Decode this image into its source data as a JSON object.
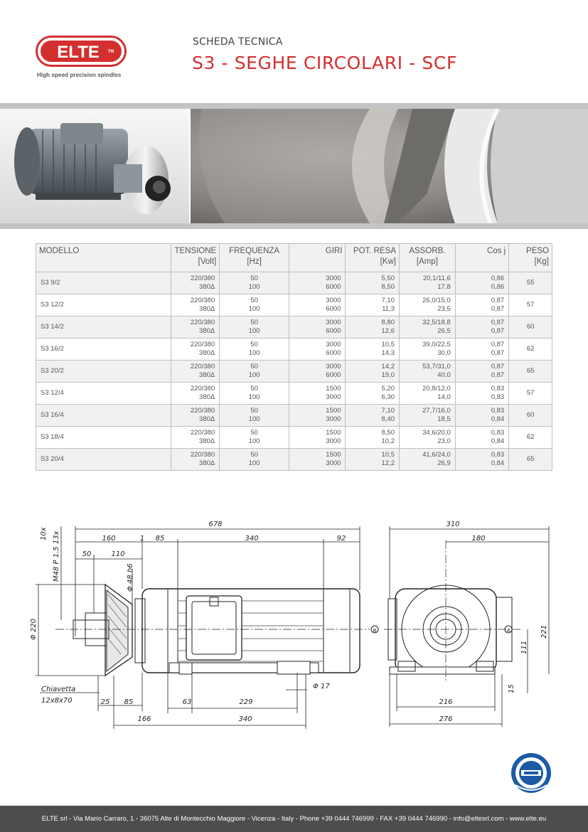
{
  "header": {
    "logo_text": "ELTE",
    "logo_mark": "TM",
    "tagline": "High speed precision spindles",
    "doc_kind": "SCHEDA TECNICA",
    "title": "S3 - SEGHE CIRCOLARI - SCF"
  },
  "table": {
    "headers": [
      {
        "l1": "MODELLO",
        "l2": ""
      },
      {
        "l1": "TENSIONE",
        "l2": "[Volt]"
      },
      {
        "l1": "FREQUENZA",
        "l2": "[Hz]"
      },
      {
        "l1": "GIRI",
        "l2": ""
      },
      {
        "l1": "POT. RESA",
        "l2": "[Kw]"
      },
      {
        "l1": "ASSORB.",
        "l2": "[Amp]"
      },
      {
        "l1": "Cos j",
        "l2": ""
      },
      {
        "l1": "PESO",
        "l2": "[Kg]"
      }
    ],
    "rows": [
      {
        "model": "S3 9/2",
        "tension": [
          "220/380",
          "380Δ"
        ],
        "freq": [
          "50",
          "100"
        ],
        "giri": [
          "3000",
          "6000"
        ],
        "pot": [
          "5,50",
          "8,50"
        ],
        "amp": [
          "20,1/11,6",
          "17,8"
        ],
        "cos": [
          "0,86",
          "0,86"
        ],
        "peso": "55"
      },
      {
        "model": "S3 12/2",
        "tension": [
          "220/380",
          "380Δ"
        ],
        "freq": [
          "50",
          "100"
        ],
        "giri": [
          "3000",
          "6000"
        ],
        "pot": [
          "7,10",
          "11,3"
        ],
        "amp": [
          "26,0/15,0",
          "23,5"
        ],
        "cos": [
          "0,87",
          "0,87"
        ],
        "peso": "57"
      },
      {
        "model": "S3 14/2",
        "tension": [
          "220/380",
          "380Δ"
        ],
        "freq": [
          "50",
          "100"
        ],
        "giri": [
          "3000",
          "6000"
        ],
        "pot": [
          "8,80",
          "12,6"
        ],
        "amp": [
          "32,5/18,8",
          "26,5"
        ],
        "cos": [
          "0,87",
          "0,87"
        ],
        "peso": "60"
      },
      {
        "model": "S3 16/2",
        "tension": [
          "220/380",
          "380Δ"
        ],
        "freq": [
          "50",
          "100"
        ],
        "giri": [
          "3000",
          "6000"
        ],
        "pot": [
          "10,5",
          "14,3"
        ],
        "amp": [
          "39,0/22,5",
          "30,0"
        ],
        "cos": [
          "0,87",
          "0,87"
        ],
        "peso": "62"
      },
      {
        "model": "S3 20/2",
        "tension": [
          "220/380",
          "380Δ"
        ],
        "freq": [
          "50",
          "100"
        ],
        "giri": [
          "3000",
          "6000"
        ],
        "pot": [
          "14,2",
          "19,0"
        ],
        "amp": [
          "53,7/31,0",
          "40,0"
        ],
        "cos": [
          "0,87",
          "0,87"
        ],
        "peso": "65"
      },
      {
        "model": "S3 12/4",
        "tension": [
          "220/380",
          "380Δ"
        ],
        "freq": [
          "50",
          "100"
        ],
        "giri": [
          "1500",
          "3000"
        ],
        "pot": [
          "5,20",
          "6,30"
        ],
        "amp": [
          "20,8/12,0",
          "14,0"
        ],
        "cos": [
          "0,83",
          "0,83"
        ],
        "peso": "57"
      },
      {
        "model": "S3 16/4",
        "tension": [
          "220/380",
          "380Δ"
        ],
        "freq": [
          "50",
          "100"
        ],
        "giri": [
          "1500",
          "3000"
        ],
        "pot": [
          "7,10",
          "8,40"
        ],
        "amp": [
          "27,7/16,0",
          "18,5"
        ],
        "cos": [
          "0,83",
          "0,84"
        ],
        "peso": "60"
      },
      {
        "model": "S3 18/4",
        "tension": [
          "220/380",
          "380Δ"
        ],
        "freq": [
          "50",
          "100"
        ],
        "giri": [
          "1500",
          "3000"
        ],
        "pot": [
          "8,50",
          "10,2"
        ],
        "amp": [
          "34,6/20,0",
          "23,0"
        ],
        "cos": [
          "0,83",
          "0,84"
        ],
        "peso": "62"
      },
      {
        "model": "S3 20/4",
        "tension": [
          "220/380",
          "380Δ"
        ],
        "freq": [
          "50",
          "100"
        ],
        "giri": [
          "1500",
          "3000"
        ],
        "pot": [
          "10,5",
          "12,2"
        ],
        "amp": [
          "41,6/24,0",
          "26,9"
        ],
        "cos": [
          "0,83",
          "0,84"
        ],
        "peso": "65"
      }
    ]
  },
  "drawing": {
    "dims": {
      "d678": "678",
      "d160": "160",
      "d1": "1",
      "d85": "85",
      "d340": "340",
      "d92": "92",
      "d50": "50",
      "d110": "110",
      "d48h6": "Φ 48 h6",
      "d220": "Φ 220",
      "m48": "M48 P 1.5 13x",
      "d10x": "10x",
      "chiav1": "Chiavetta",
      "chiav2": "12x8x70",
      "b25": "25",
      "b85": "85",
      "b63": "63",
      "b229": "229",
      "d17": "Φ 17",
      "b166": "166",
      "b340": "340",
      "d310": "310",
      "d180": "180",
      "d221": "221",
      "d111": "111",
      "d15": "15",
      "d216": "216",
      "d276": "276",
      "markB": "B",
      "markA": "A"
    }
  },
  "footer": {
    "text": "ELTE srl - Via Mario Carraro, 1 - 36075 Alte di Montecchio Maggiore - Vicenza - Italy - Phone +39 0444 746999 - FAX +39 0444 746990 - info@eltesrl.com - www.elte.eu"
  },
  "colors": {
    "brand_red": "#d32f2f",
    "footer_gray": "#4d4d4d",
    "cert_blue": "#1c5aa6"
  }
}
